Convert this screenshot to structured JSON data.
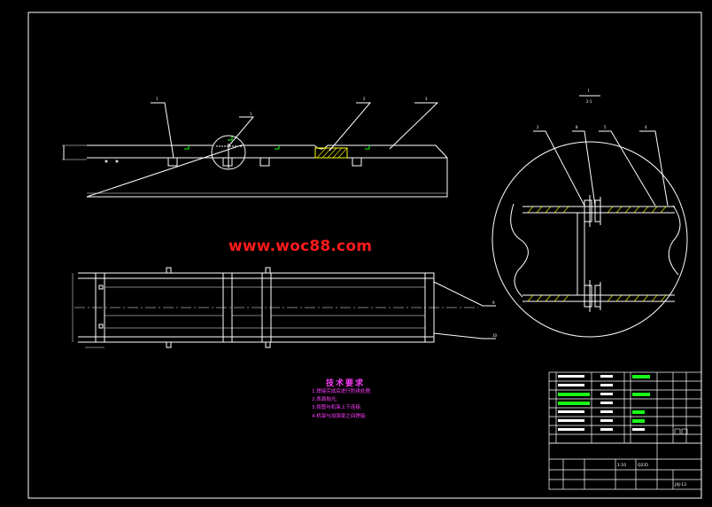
{
  "watermark": "www.woc88.com",
  "technical_requirements": {
    "title": "技术要求",
    "notes": [
      "1.焊接完成后进行防锈处理;",
      "2.表面抛光;",
      "3.按图与机架上下连接;",
      "4.机架与加强梁之间焊接;"
    ]
  },
  "balloons": {
    "top_view": [
      "1",
      "1",
      "2",
      "3"
    ],
    "detail": [
      "2",
      "8",
      "5",
      "4"
    ],
    "plan_view": [
      "9",
      "10"
    ],
    "detail_label": "I",
    "detail_scale": "2:1"
  },
  "colors": {
    "line": "#ffffff",
    "accent_green": "#19ff19",
    "watermark": "#ff1a1a",
    "notes": "#ff3cff",
    "hatch": "#ffff00"
  },
  "title_block": {
    "drawing_number": "JXJ-13",
    "material": "Q235",
    "scale": "1:10"
  }
}
